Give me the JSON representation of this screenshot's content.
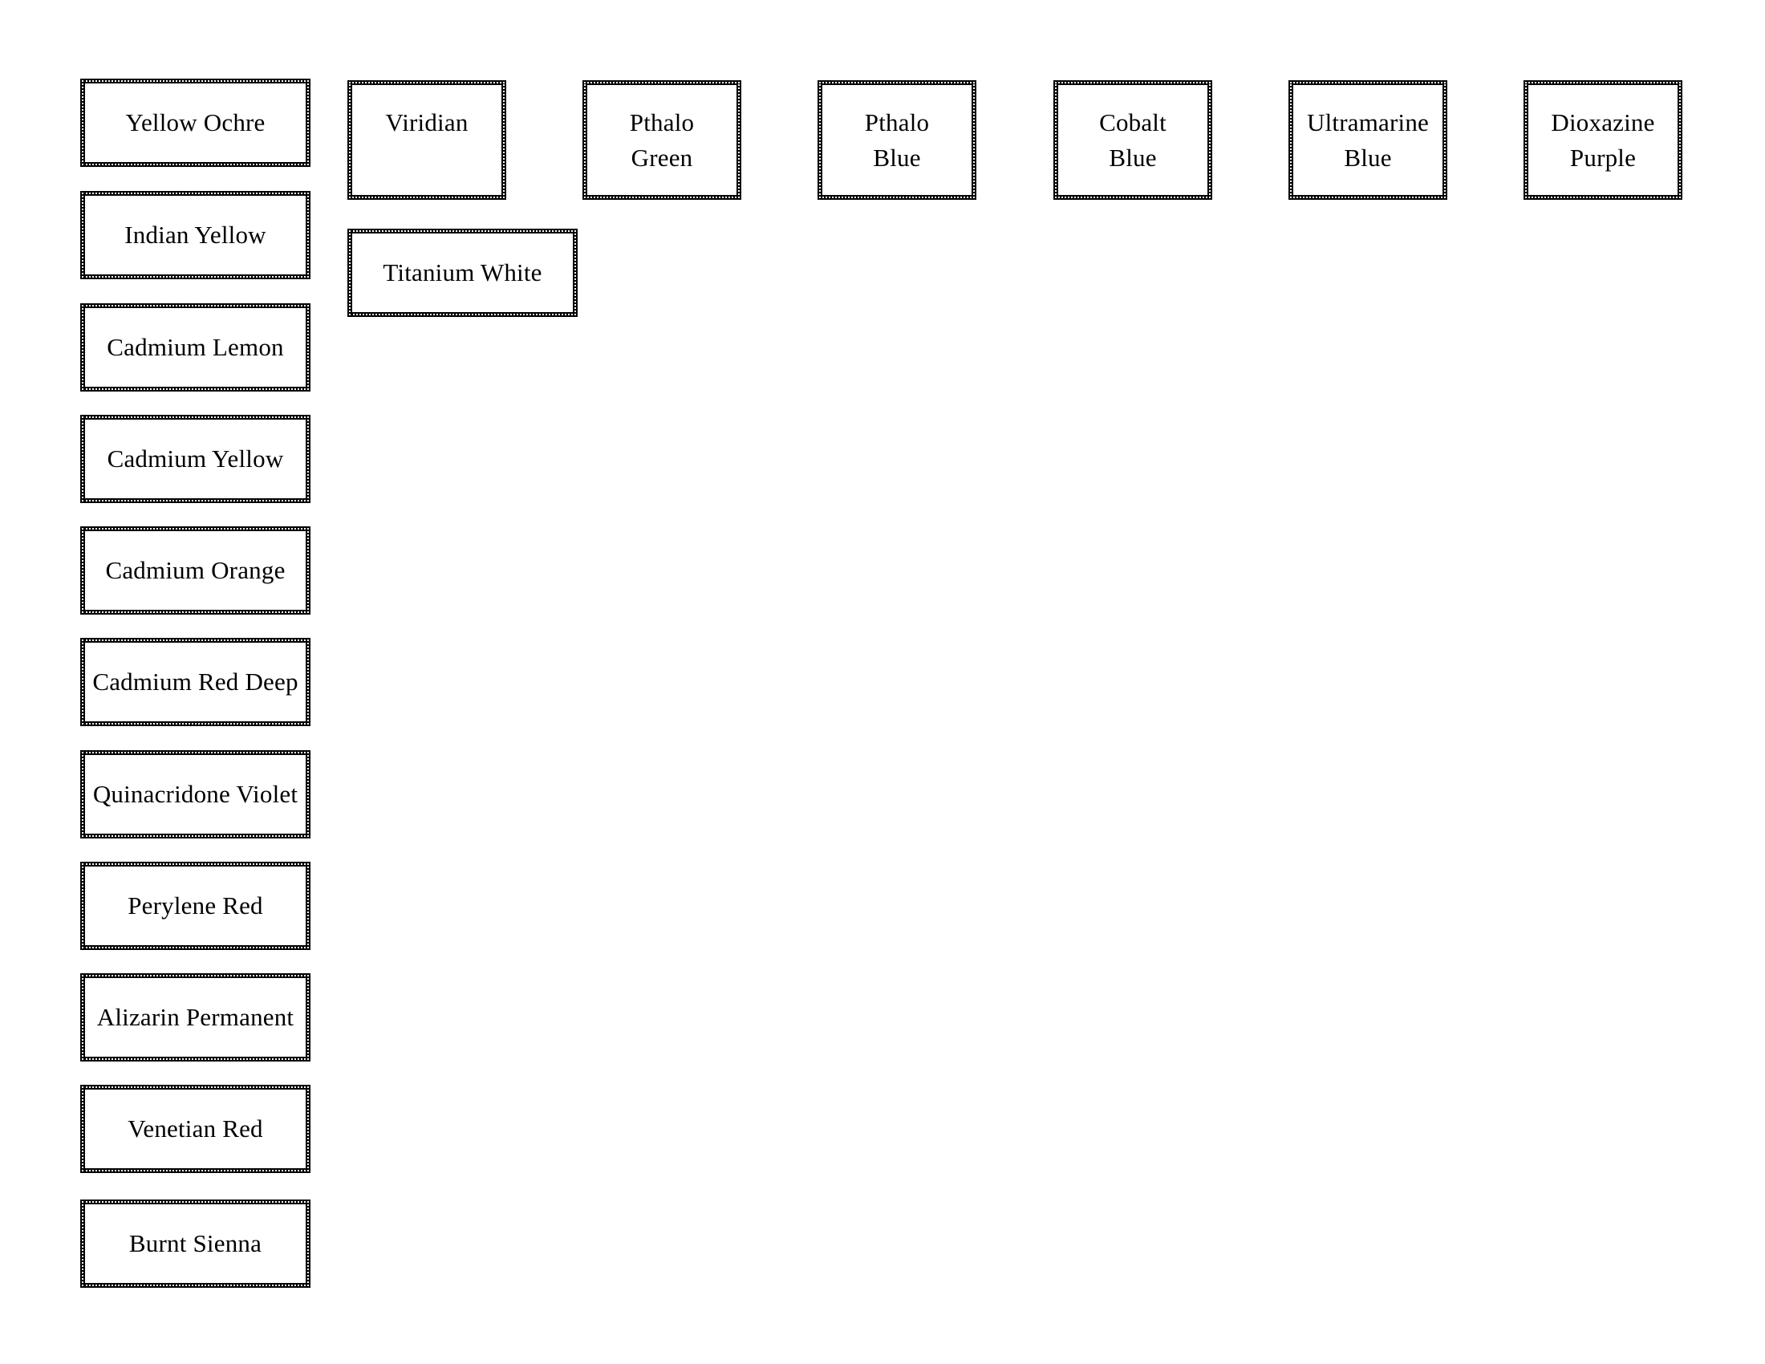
{
  "colors": {
    "background": "#ffffff",
    "box_fill": "#ffffff",
    "box_border": "#000000",
    "box_border_dots": "#ffffff",
    "text": "#000000"
  },
  "left_column": {
    "items": [
      {
        "label": "Yellow Ochre"
      },
      {
        "label": "Indian Yellow"
      },
      {
        "label": "Cadmium Lemon"
      },
      {
        "label": "Cadmium Yellow"
      },
      {
        "label": "Cadmium Orange"
      },
      {
        "label": "Cadmium Red Deep"
      },
      {
        "label": "Quinacridone Violet"
      },
      {
        "label": "Perylene Red"
      },
      {
        "label": "Alizarin Permanent"
      },
      {
        "label": "Venetian Red"
      },
      {
        "label": "Burnt Sienna"
      }
    ]
  },
  "top_row": {
    "items": [
      {
        "label": "Viridian"
      },
      {
        "label": "Pthalo\nGreen"
      },
      {
        "label": "Pthalo\nBlue"
      },
      {
        "label": "Cobalt\nBlue"
      },
      {
        "label": "Ultramarine\nBlue"
      },
      {
        "label": "Dioxazine\nPurple"
      }
    ]
  },
  "second_row": {
    "items": [
      {
        "label": "Titanium White"
      }
    ]
  }
}
